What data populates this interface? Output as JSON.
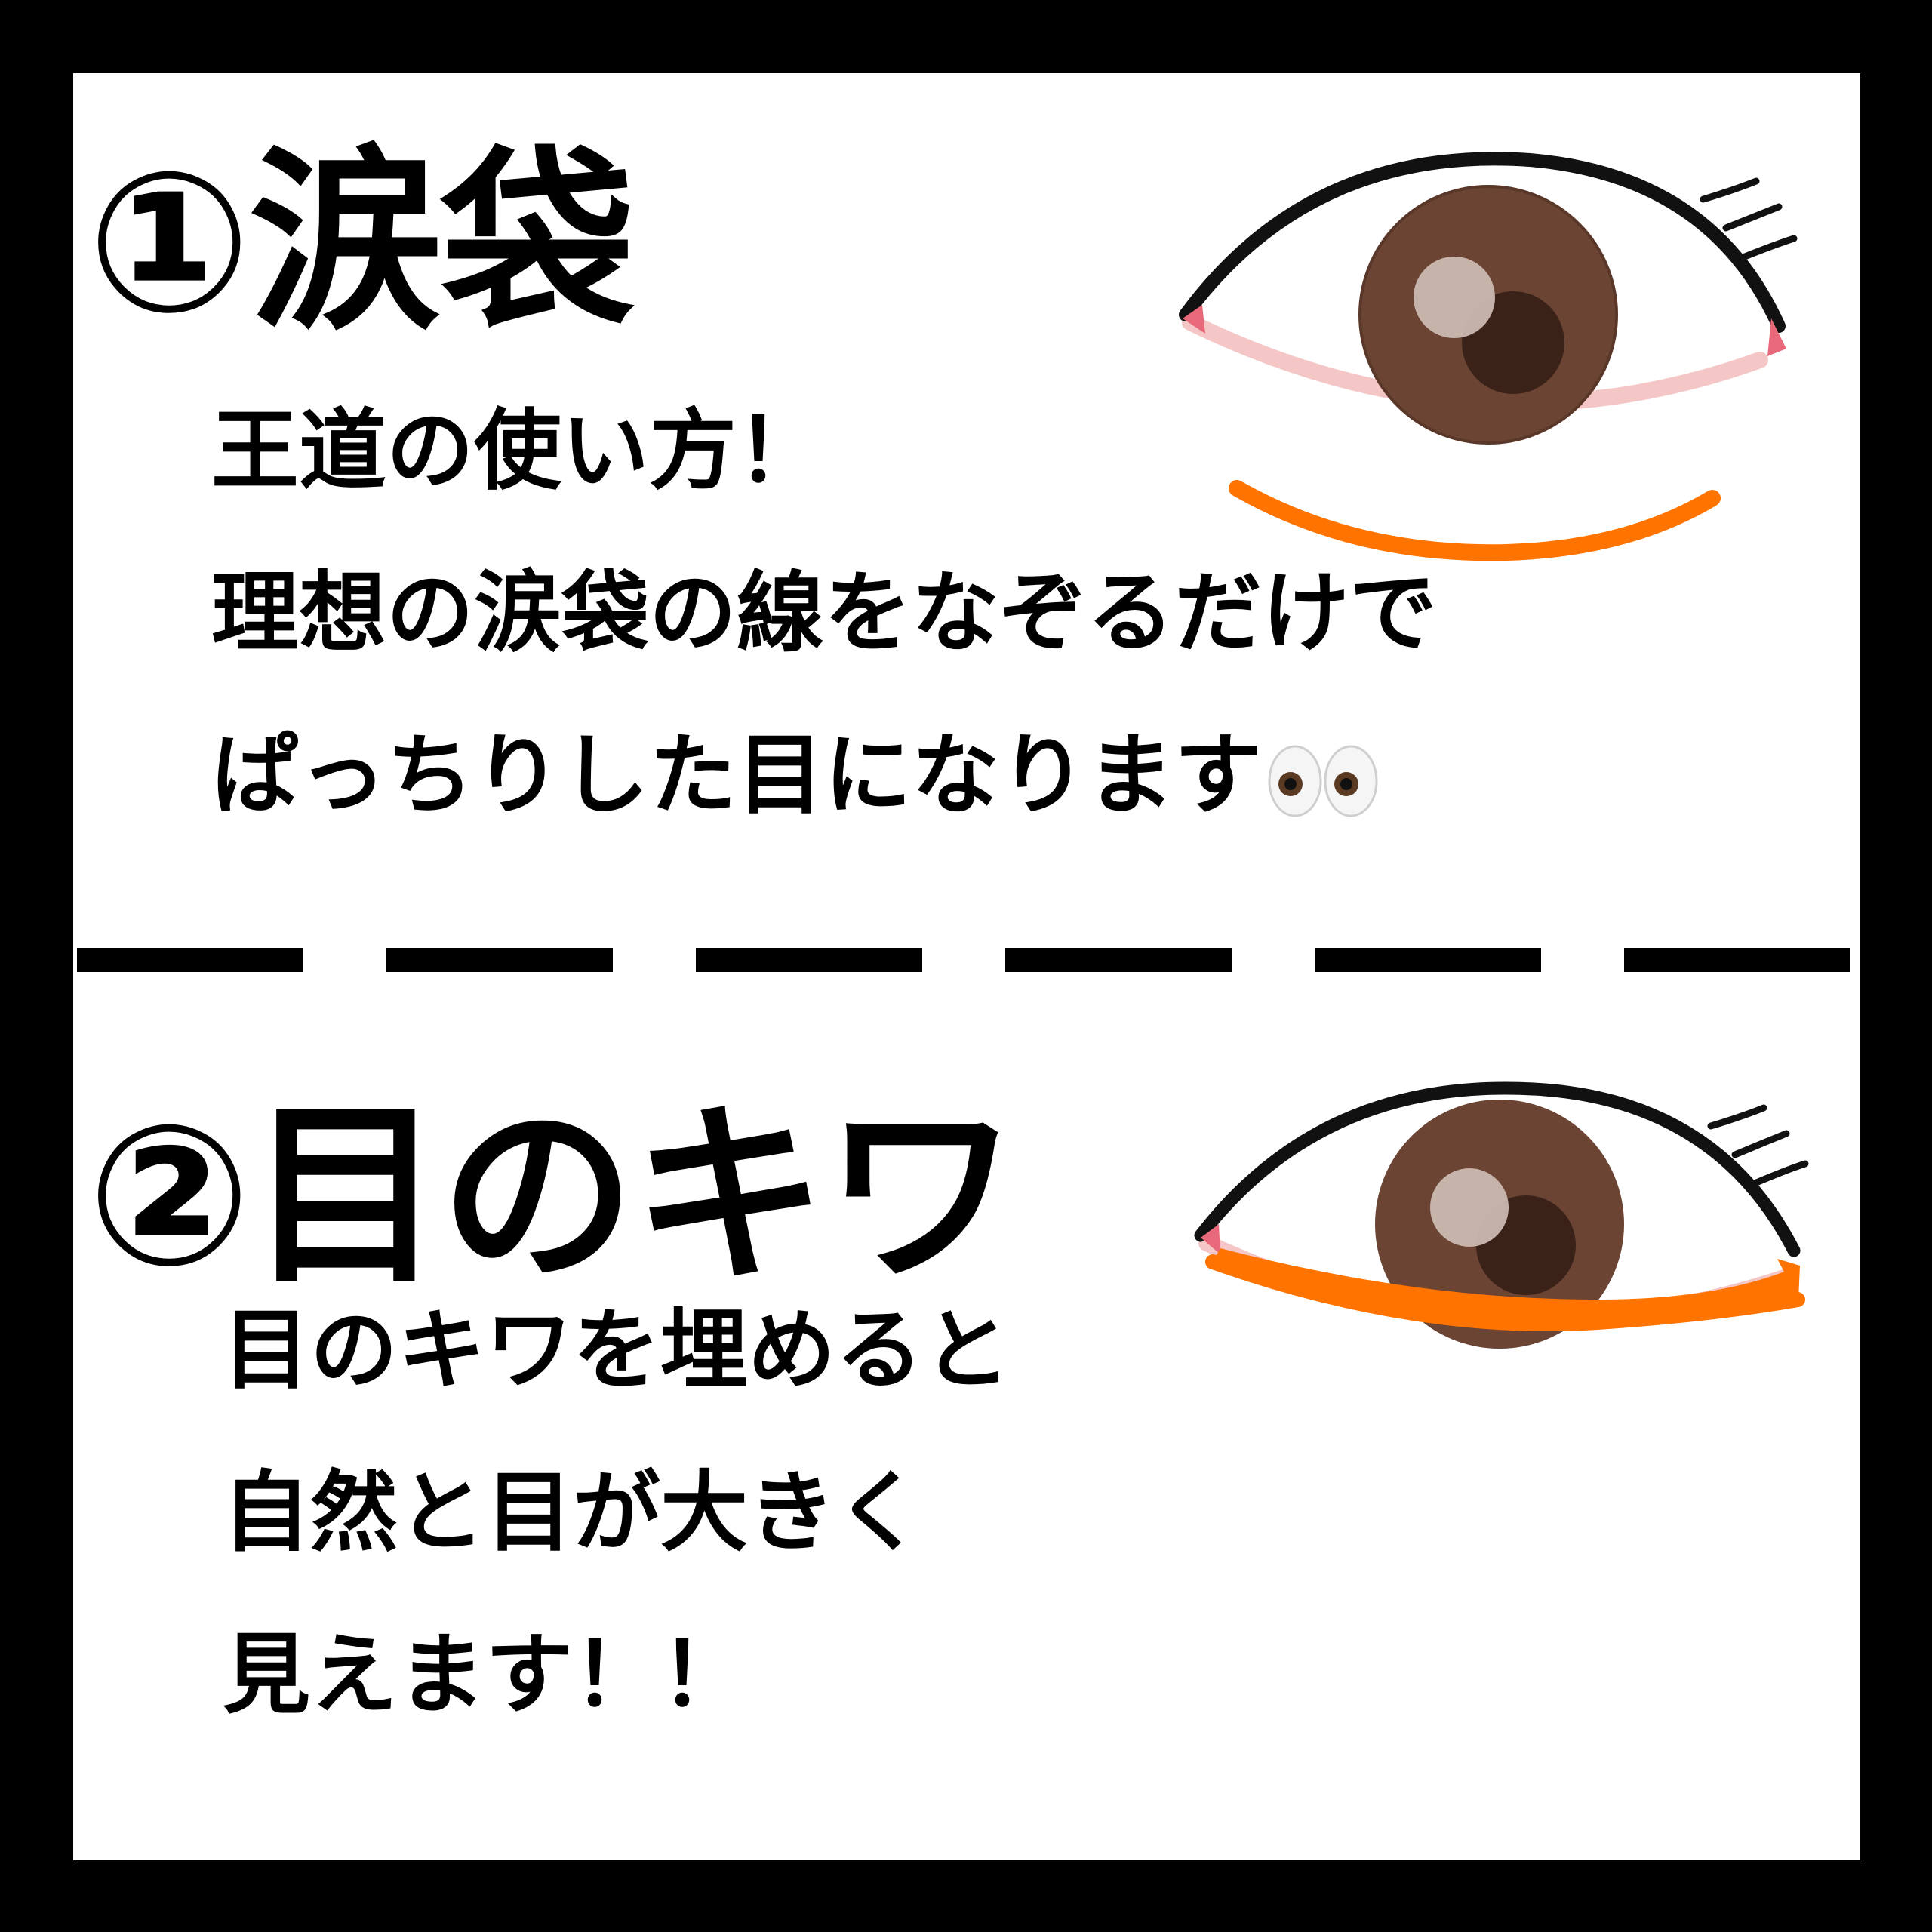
{
  "section1": {
    "heading": "①涙袋",
    "lines": [
      "王道の使い方！",
      "理想の涙袋の線をなぞるだけで",
      "ぱっちりした目になります"
    ],
    "emoji_icon": "eyes-emoji-icon"
  },
  "section2": {
    "heading": "②目のキワ",
    "lines": [
      "目のキワを埋めると",
      "自然と目が大きく",
      "見えます！！"
    ]
  },
  "colors": {
    "background": "#000000",
    "panel": "#ffffff",
    "text": "#000000",
    "iris": "#6b4434",
    "pupil": "#3a2219",
    "eyelid_line": "#111111",
    "lower_lid": "#f5c6c6",
    "inner_corner": "#e86a7a",
    "highlight_orange": "#ff7300"
  }
}
